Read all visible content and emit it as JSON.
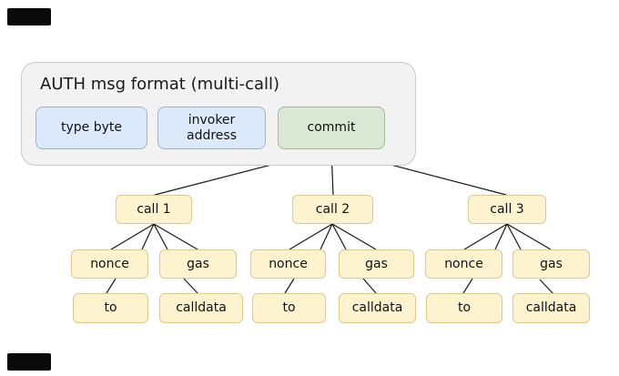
{
  "diagram": {
    "group": {
      "title": "AUTH msg format (multi-call)",
      "fields": [
        {
          "id": "type-byte",
          "label": "type byte"
        },
        {
          "id": "invoker-address",
          "label": "invoker address"
        },
        {
          "id": "commit",
          "label": "commit"
        }
      ]
    },
    "calls": [
      {
        "label": "call 1"
      },
      {
        "label": "call 2"
      },
      {
        "label": "call 3"
      }
    ],
    "leaf_labels": {
      "nonce": "nonce",
      "gas": "gas",
      "to": "to",
      "calldata": "calldata"
    },
    "edges": [
      {
        "from": "commit",
        "to": "call 1"
      },
      {
        "from": "commit",
        "to": "call 2"
      },
      {
        "from": "commit",
        "to": "call 3"
      },
      {
        "from": "call 1",
        "to": "nonce"
      },
      {
        "from": "call 1",
        "to": "gas"
      },
      {
        "from": "call 2",
        "to": "nonce"
      },
      {
        "from": "call 2",
        "to": "gas"
      },
      {
        "from": "call 3",
        "to": "nonce"
      },
      {
        "from": "call 3",
        "to": "gas"
      },
      {
        "from": "nonce",
        "to": "to"
      },
      {
        "from": "gas",
        "to": "calldata"
      }
    ],
    "colors": {
      "group_background": "#f2f2f2",
      "group_border": "#c9c9c9",
      "field_blue_fill": "#dbe9fb",
      "field_blue_border": "#9db4d0",
      "commit_green_fill": "#d9e8d3",
      "commit_green_border": "#9fbd99",
      "node_yellow_fill": "#fdf3cf",
      "node_yellow_border": "#dcc98e",
      "edge_line": "#1a1a1a",
      "redaction_block": "#0a0a0a"
    }
  }
}
